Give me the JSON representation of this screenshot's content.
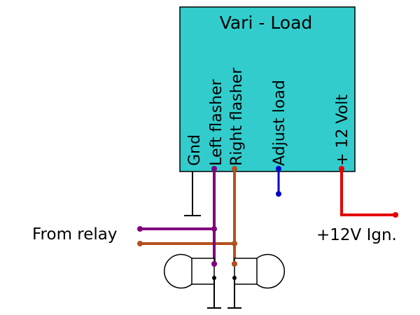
{
  "module": {
    "title": "Vari - Load",
    "fill_color": "#33cccc",
    "pins": [
      {
        "label": "Gnd"
      },
      {
        "label": "Left flasher"
      },
      {
        "label": "Right flasher"
      },
      {
        "label": "Adjust load"
      },
      {
        "label": "+ 12 Volt"
      }
    ]
  },
  "labels": {
    "from_relay": "From relay",
    "ignition": "+12V Ign."
  },
  "wire_colors": {
    "left_flasher": "#800080",
    "right_flasher": "#b4501e",
    "adjust_load": "#0000cc",
    "plus_12v": "#e60000",
    "ground": "#000000"
  }
}
